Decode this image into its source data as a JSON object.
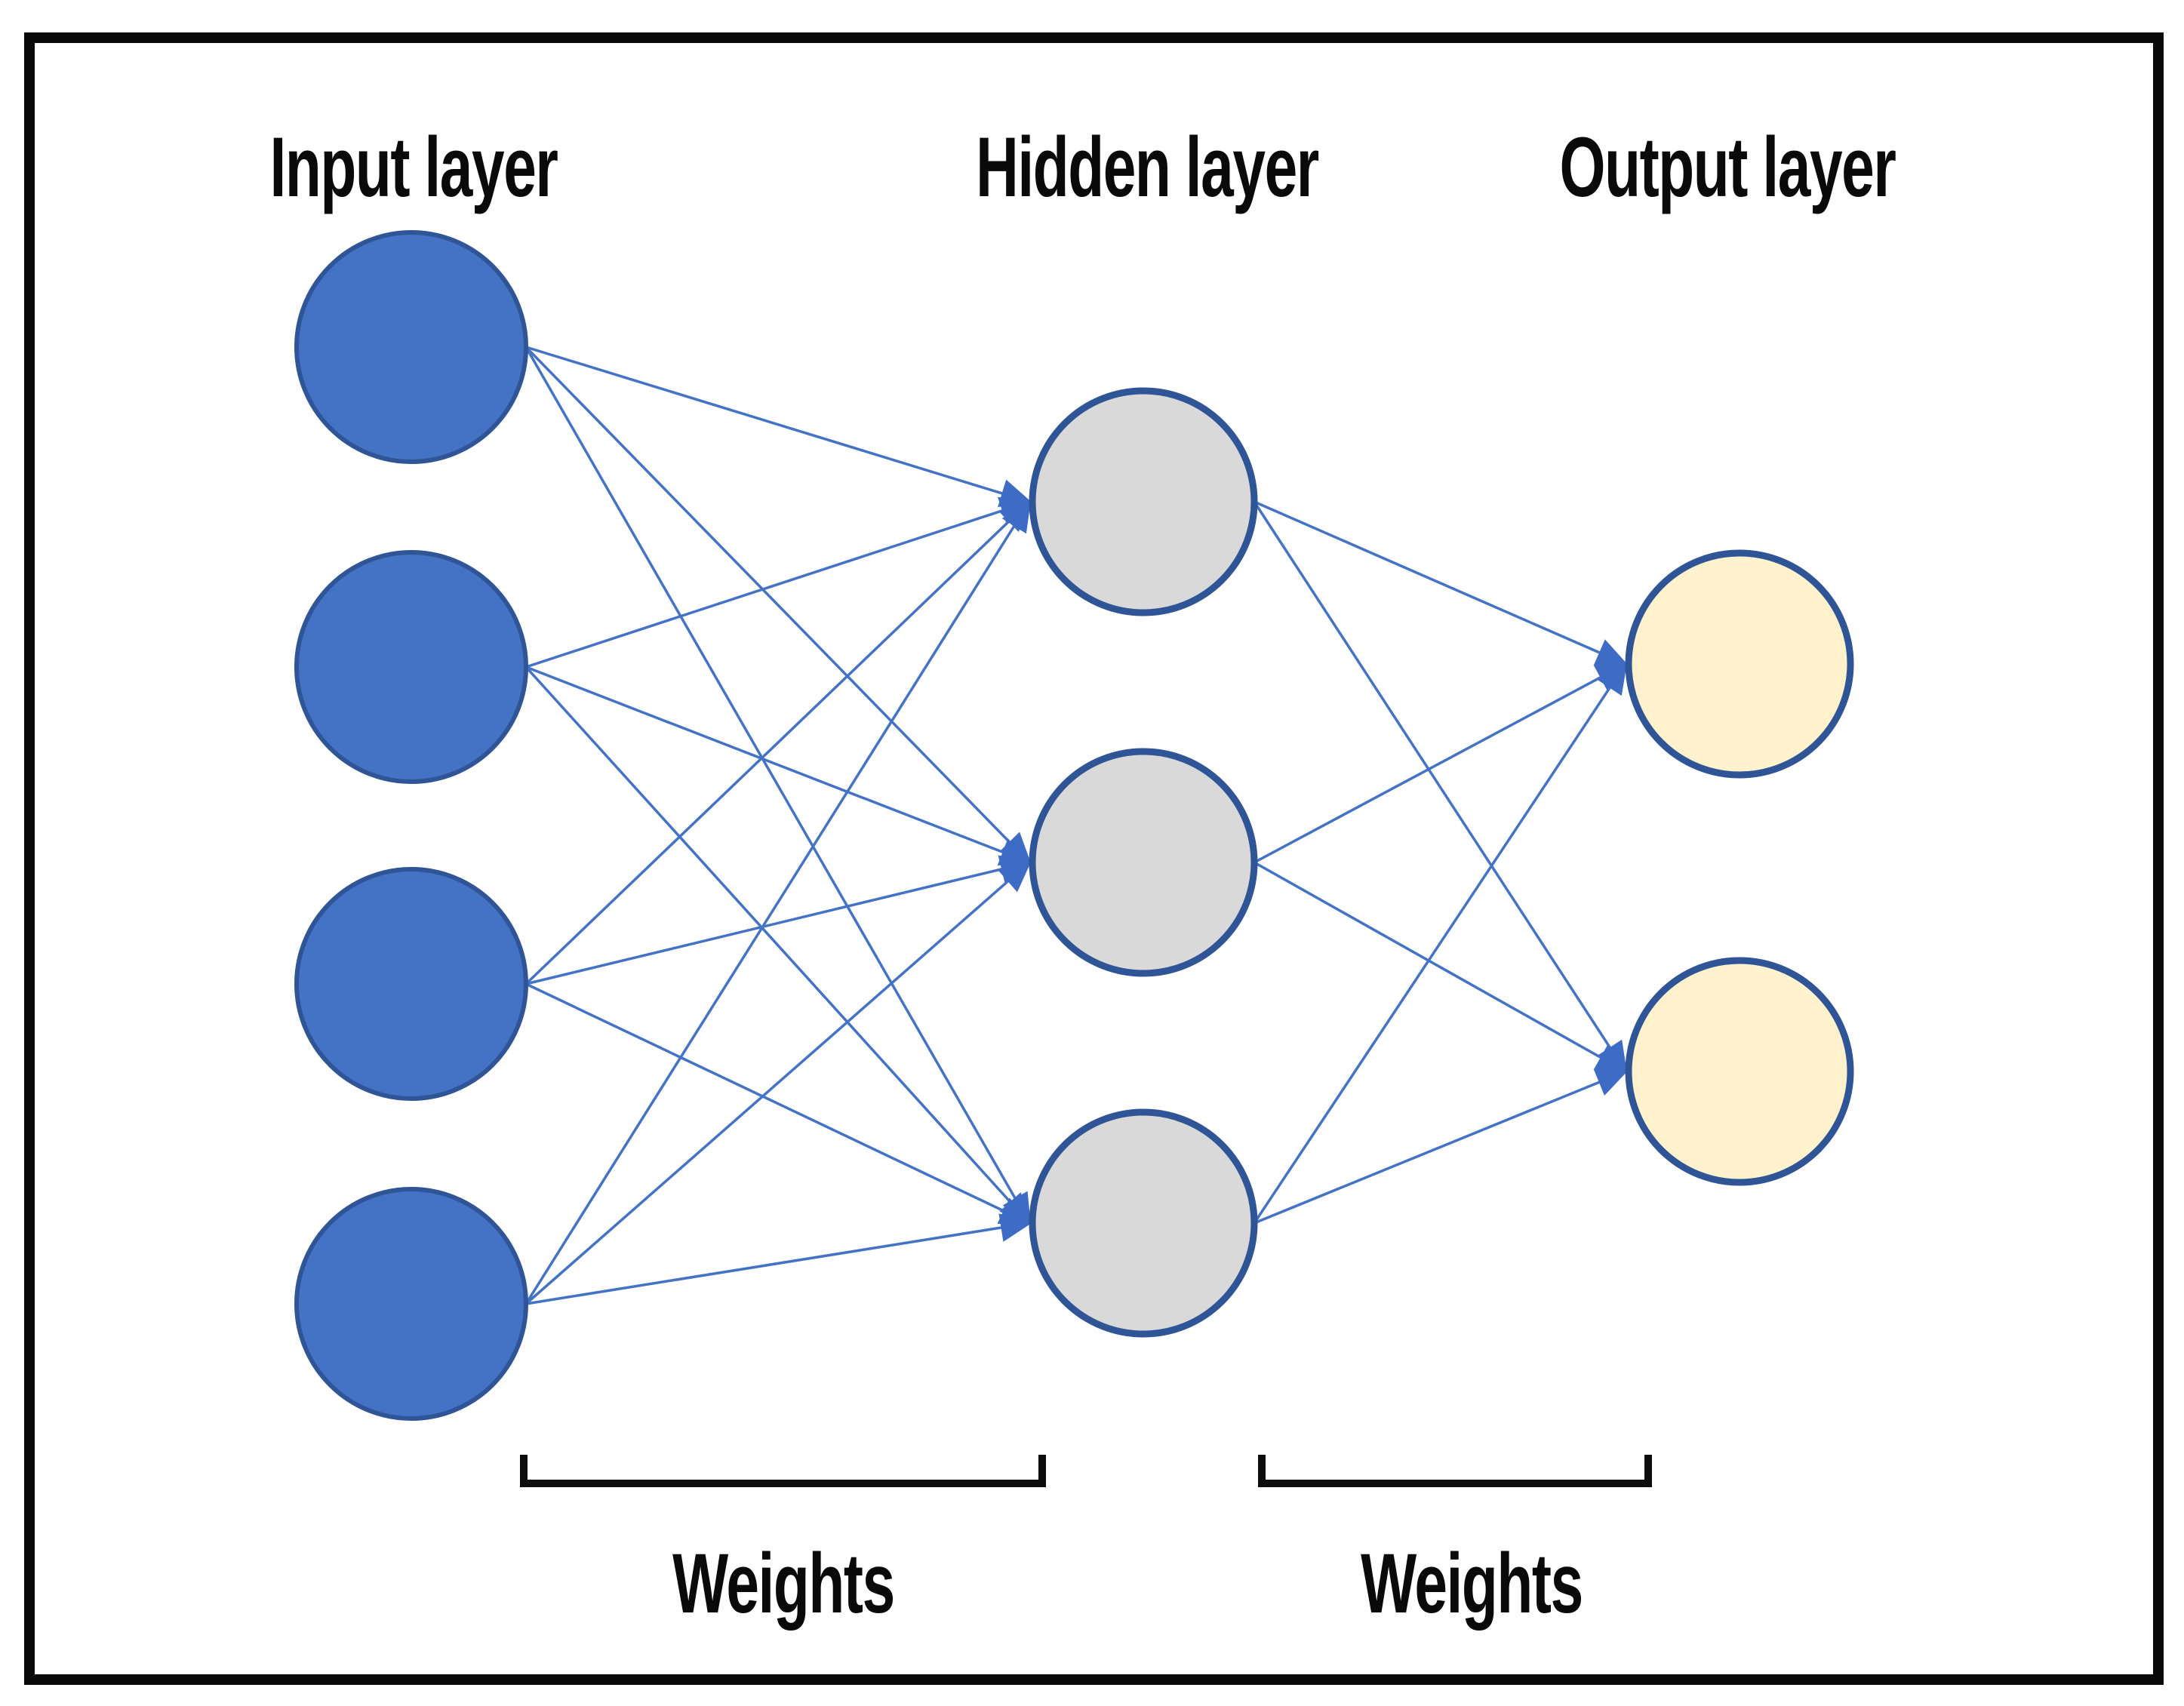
{
  "diagram": {
    "type": "neural-network",
    "background": "#FFFFFF",
    "border_color": "#0a0a0a",
    "edge_color": "#4472C4",
    "arrowhead_color": "#3E6CC4",
    "layers": [
      {
        "id": "input",
        "label": "Input layer",
        "node_count": 4,
        "fill": "#4472C4",
        "stroke": "#2F5597"
      },
      {
        "id": "hidden",
        "label": "Hidden layer",
        "node_count": 3,
        "fill": "#D9D9D9",
        "stroke": "#2F5597"
      },
      {
        "id": "output",
        "label": "Output layer",
        "node_count": 2,
        "fill": "#FFF2CC",
        "stroke": "#2F5597"
      }
    ],
    "connections": [
      {
        "from": "input",
        "to": "hidden",
        "type": "fully-connected",
        "label": "Weights"
      },
      {
        "from": "hidden",
        "to": "output",
        "type": "fully-connected",
        "label": "Weights"
      }
    ],
    "weights_labels": [
      "Weights",
      "Weights"
    ]
  }
}
